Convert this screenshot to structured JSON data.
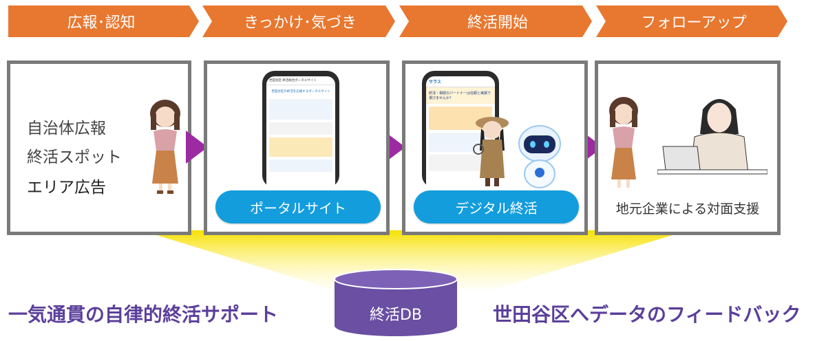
{
  "stages": [
    {
      "label": "広報･認知"
    },
    {
      "label": "きっかけ･気づき"
    },
    {
      "label": "終活開始"
    },
    {
      "label": "フォローアップ"
    }
  ],
  "awareness_items": [
    "自治体広報",
    "終活スポット",
    "エリア広告"
  ],
  "pills": {
    "portal": "ポータルサイト",
    "digital": "デジタル終活"
  },
  "follow_caption": "地元企業による対面支援",
  "db_label": "終活DB",
  "bottom_left": "一気通貫の自律的終活サポート",
  "bottom_right": "世田谷区へデータのフィードバック",
  "phone1": {
    "site_title": "世田谷区 終活総合ポータルサイト",
    "heading": "世田谷区の終活を応援するポータルサイト"
  },
  "phone2": {
    "app_name": "サラス",
    "heading": "終活・相続のパートナーは信頼と実績で選びませんか?"
  },
  "colors": {
    "stage": "#e8772f",
    "panel_border": "#7a7a7a",
    "pill": "#139ddd",
    "arrow": "#9c2aa0",
    "db": "#6a4fa3",
    "text_purple": "#5b3f9a",
    "glow": "#f7e000"
  }
}
